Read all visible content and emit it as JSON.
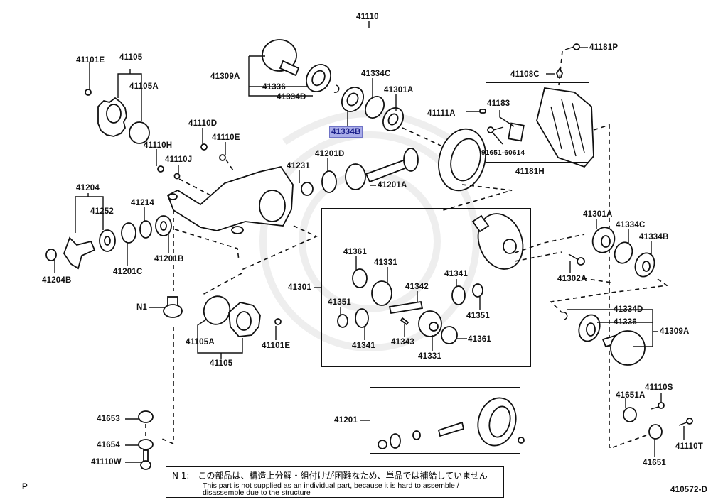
{
  "diagram": {
    "type": "exploded-parts-diagram",
    "subject": "Rear differential carrier assembly",
    "diagram_code": "410572-D",
    "page_marker": "P",
    "top_assembly_label": "41110",
    "highlighted_part": "41334B",
    "highlight_color": "#a9ace8"
  },
  "labels": {
    "l41110": "41110",
    "l41101E_a": "41101E",
    "l41105_a": "41105",
    "l41105A_a": "41105A",
    "l41309A_a": "41309A",
    "l41336_a": "41336",
    "l41334D_a": "41334D",
    "l41334B_a": "41334B",
    "l41334C_a": "41334C",
    "l41301A_a": "41301A",
    "l41111A": "41111A",
    "l41181P": "41181P",
    "l41108C": "41108C",
    "l41183": "41183",
    "l91651": "91651-60614",
    "l41181H": "41181H",
    "l41110D": "41110D",
    "l41110E": "41110E",
    "l41110H": "41110H",
    "l41110J": "41110J",
    "l41201D": "41201D",
    "l41231": "41231",
    "l41201A": "41201A",
    "l41204": "41204",
    "l41252": "41252",
    "l41214": "41214",
    "l41201C": "41201C",
    "l41201B": "41201B",
    "l41204B": "41204B",
    "l41301": "41301",
    "l41361_a": "41361",
    "l41331_a": "41331",
    "l41342": "41342",
    "l41341_a": "41341",
    "l41351_a": "41351",
    "l41351_b": "41351",
    "l41341_b": "41341",
    "l41343": "41343",
    "l41331_b": "41331",
    "l41361_b": "41361",
    "l41301A_b": "41301A",
    "l41334C_b": "41334C",
    "l41334B_b": "41334B",
    "l41302A": "41302A",
    "l41334D_b": "41334D",
    "l41336_b": "41336",
    "l41309A_b": "41309A",
    "lN1": "N1",
    "l41105A_b": "41105A",
    "l41105_b": "41105",
    "l41101E_b": "41101E",
    "l41653": "41653",
    "l41654": "41654",
    "l41110W": "41110W",
    "l41201": "41201",
    "l41110S": "41110S",
    "l41651A": "41651A",
    "l41651": "41651",
    "l41110T": "41110T",
    "l410572D": "410572-D",
    "lP": "P"
  },
  "note": {
    "jp": "N 1:　この部品は、構造上分解・組付けが困難なため、単品では補給していません",
    "en_line1": "This part is not supplied as an individual part, because it is hard to assemble /",
    "en_line2": "disassemble due to the structure"
  }
}
